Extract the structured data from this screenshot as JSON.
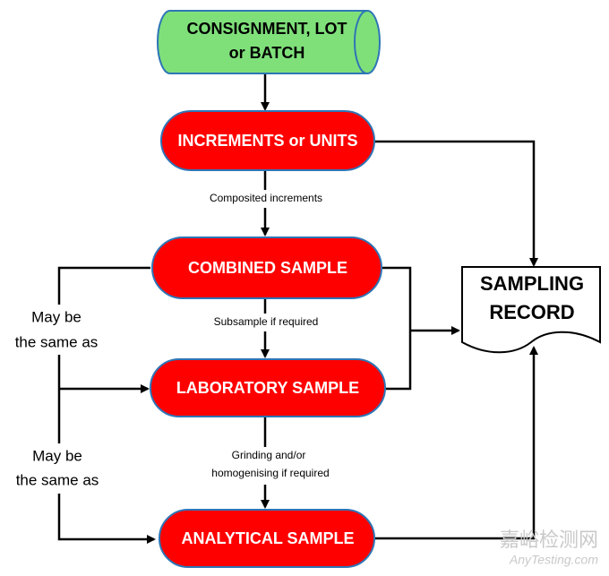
{
  "nodes": {
    "consignment": {
      "line1": "CONSIGNMENT, LOT",
      "line2": "or BATCH"
    },
    "increments": "INCREMENTS or UNITS",
    "combined": "COMBINED SAMPLE",
    "laboratory": "LABORATORY SAMPLE",
    "analytical": "ANALYTICAL SAMPLE",
    "record": {
      "line1": "SAMPLING",
      "line2": "RECORD"
    }
  },
  "edge_labels": {
    "composited": "Composited increments",
    "subsample": "Subsample if required",
    "grinding": {
      "line1": "Grinding and/or",
      "line2": "homogenising if required"
    }
  },
  "side_notes": {
    "upper": {
      "line1": "May be",
      "line2": "the same as"
    },
    "lower": {
      "line1": "May be",
      "line2": "the same as"
    }
  },
  "watermark": {
    "chinese": "嘉峪检测网",
    "english": "AnyTesting.com"
  },
  "colors": {
    "start_fill": "#7fe07a",
    "start_stroke": "#2e75b6",
    "node_fill": "#ff0000",
    "node_stroke": "#2e75b6",
    "line": "#000000"
  }
}
